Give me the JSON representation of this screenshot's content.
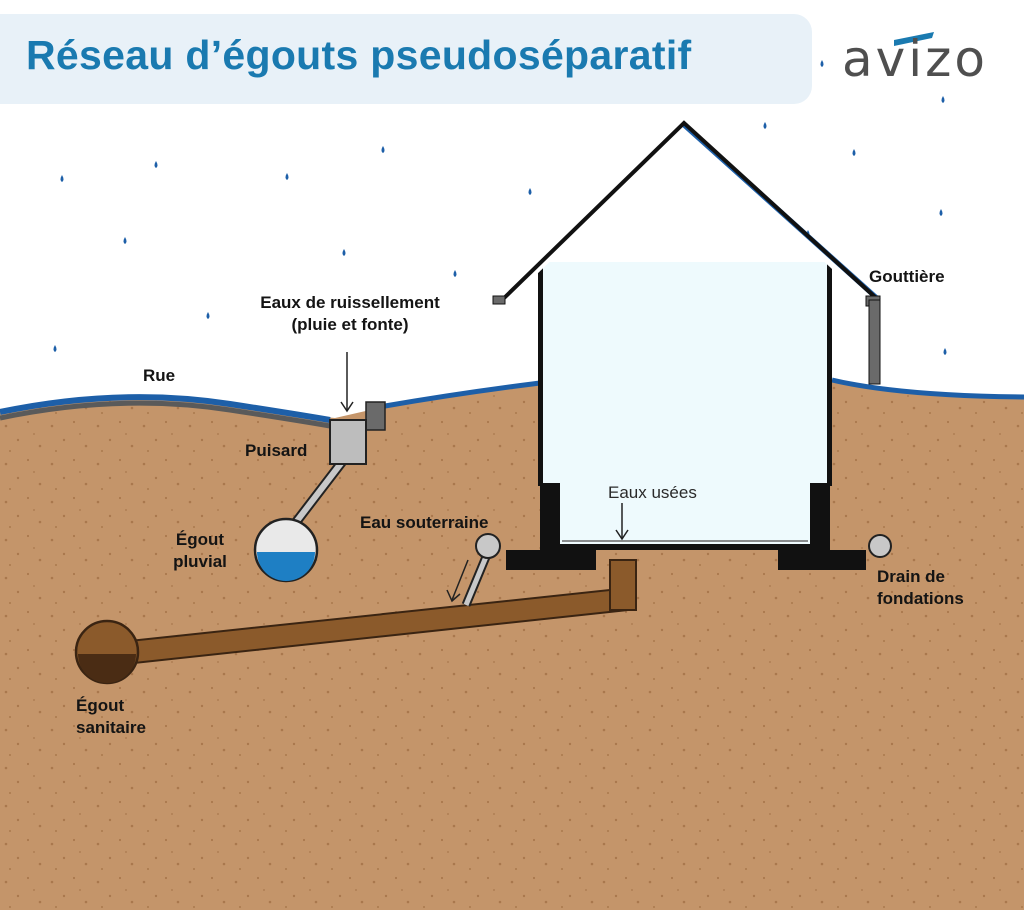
{
  "title": "Réseau d’égouts pseudoséparatif",
  "logo": {
    "text": "avizo",
    "accent_color": "#1a7ab0"
  },
  "colors": {
    "soil": "#c4956a",
    "sky": "#ffffff",
    "water": "#1e7fc4",
    "pipe_brown": "#8b5a2b",
    "sanitary_fill": "#4a2c14",
    "roof_blue": "#1d5fa8",
    "house_fill": "#eefafd",
    "title_color": "#1a7ab0"
  },
  "labels": {
    "street": "Rue",
    "runoff_line1": "Eaux de ruissellement",
    "runoff_line2": "(pluie et fonte)",
    "catch_basin": "Puisard",
    "storm_sewer_line1": "Égout",
    "storm_sewer_line2": "pluvial",
    "groundwater": "Eau souterraine",
    "wastewater": "Eaux usées",
    "gutter": "Gouttière",
    "foundation_drain_line1": "Drain de",
    "foundation_drain_line2": "fondations",
    "sanitary_sewer_line1": "Égout",
    "sanitary_sewer_line2": "sanitaire"
  }
}
